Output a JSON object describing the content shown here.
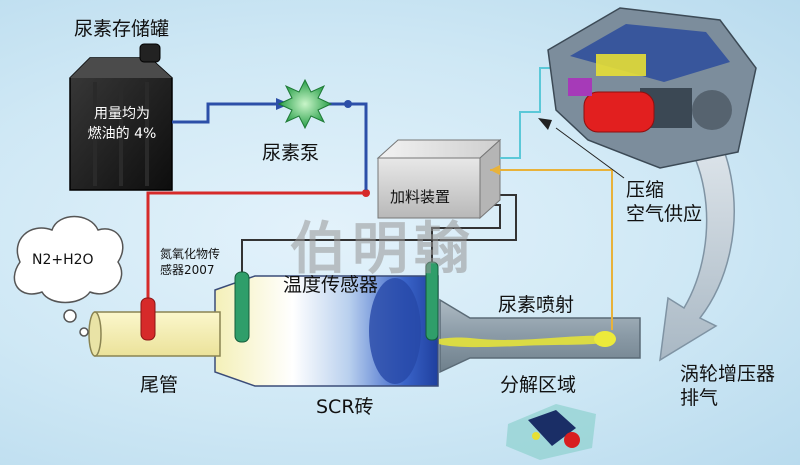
{
  "labels": {
    "urea_tank": "尿素存储罐",
    "usage_line1": "用量均为",
    "usage_line2": "燃油的 4%",
    "urea_pump": "尿素泵",
    "dosing_unit": "加料装置",
    "compressed_air_line1": "压缩",
    "compressed_air_line2": "空气供应",
    "nox_sensor_line1": "氮氧化物传",
    "nox_sensor_line2": "感器2007",
    "temp_sensor": "温度传感器",
    "urea_injection": "尿素喷射",
    "tailpipe": "尾管",
    "scr_brick": "SCR砖",
    "decomposition_zone": "分解区域",
    "turbo_exhaust_line1": "涡轮增压器",
    "turbo_exhaust_line2": "排气",
    "emission": "N2+H2O",
    "watermark": "伯明翰"
  },
  "colors": {
    "air_line": "#5bc8d8",
    "urea_line": "#2c4fa8",
    "tailpipe_line": "#d62a2a",
    "supply_line": "#e8b23a",
    "sensor_green": "#2f9e6a",
    "urea_spray": "#e4e23a",
    "exhaust_pipe": "#8fa1ad"
  },
  "icons": [
    "urea-tank-icon",
    "urea-pump-icon",
    "dosing-unit-icon",
    "engine-icon",
    "turbo-icon",
    "emission-cloud-icon"
  ]
}
